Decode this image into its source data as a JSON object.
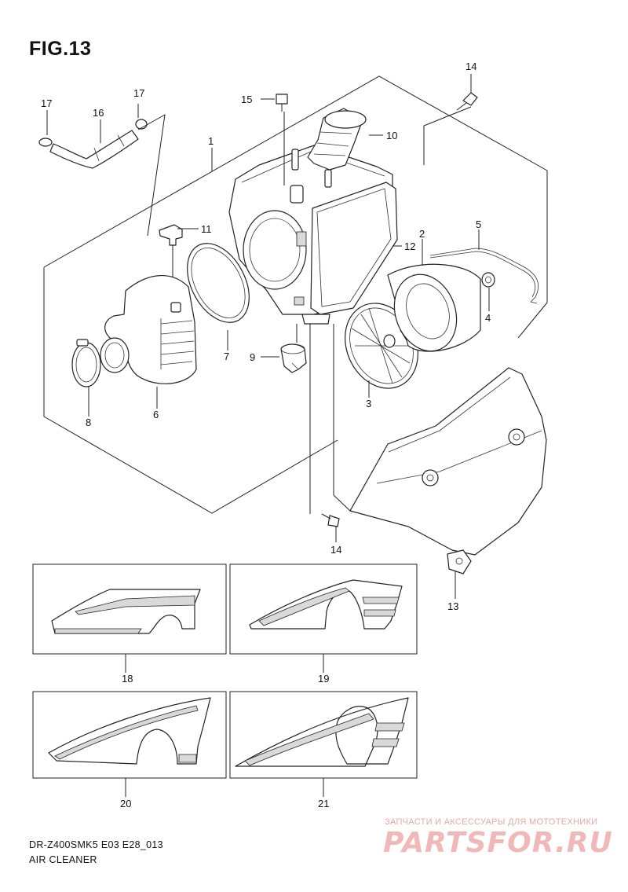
{
  "figure": {
    "title": "FIG.13",
    "model_code": "DR-Z400SMK5 E03 E28_013",
    "section_name": "AIR CLEANER"
  },
  "callouts": {
    "c1": "1",
    "c2": "2",
    "c3": "3",
    "c4": "4",
    "c5": "5",
    "c6": "6",
    "c7": "7",
    "c8": "8",
    "c9": "9",
    "c10": "10",
    "c11": "11",
    "c12": "12",
    "c13": "13",
    "c14a": "14",
    "c14b": "14",
    "c15": "15",
    "c16": "16",
    "c17a": "17",
    "c17b": "17",
    "c18": "18",
    "c19": "19",
    "c20": "20",
    "c21": "21"
  },
  "watermark": {
    "tagline": "ЗАПЧАСТИ И АКСЕССУАРЫ ДЛЯ МОТОТЕХНИКИ",
    "logo": "PARTSFOR.RU"
  }
}
